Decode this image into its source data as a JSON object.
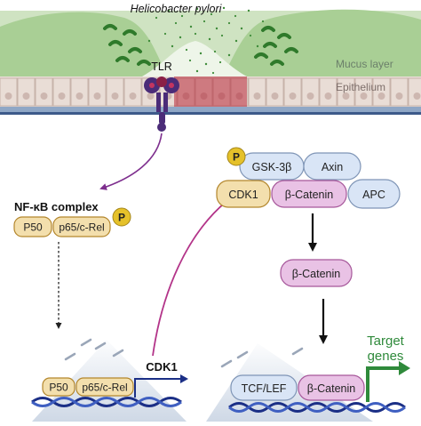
{
  "labels": {
    "bacteria": "Helicobacter pylori",
    "mucus": "Mucus layer",
    "epithelium": "Epithelium",
    "tlr": "TLR",
    "nfkb_complex": "NF-κB complex",
    "p50": "P50",
    "p65": "p65/c-Rel",
    "phospho": "P",
    "cdk1_gene": "CDK1",
    "gsk3b": "GSK-3β",
    "axin": "Axin",
    "cdk1": "CDK1",
    "bcat": "β-Catenin",
    "apc": "APC",
    "bcat_free": "β-Catenin",
    "tcf_lef": "TCF/LEF",
    "bcat_nuclear": "β-Catenin",
    "target_genes_line1": "Target",
    "target_genes_line2": "genes"
  },
  "colors": {
    "mucus": "#cfe3c2",
    "mucus_hill": "#a9cf95",
    "epithelium": "#e9ddd6",
    "inflamed": "#b8283a",
    "bacteria": "#2f7a2b",
    "receptor": "#4b2c78",
    "arrow_purple": "#7e2f8e",
    "arrow_magenta": "#b33489",
    "nfkb_fill": "#f3dfad",
    "nfkb_stroke": "#b3862c",
    "phospho_fill": "#e5c12a",
    "gsk_fill": "#d9e5f6",
    "bcat_fill": "#e9c2e5",
    "bcat_stroke": "#a6579a",
    "gene_arrow_green": "#2f8a3b",
    "dna_blue": "#1b2f86"
  }
}
